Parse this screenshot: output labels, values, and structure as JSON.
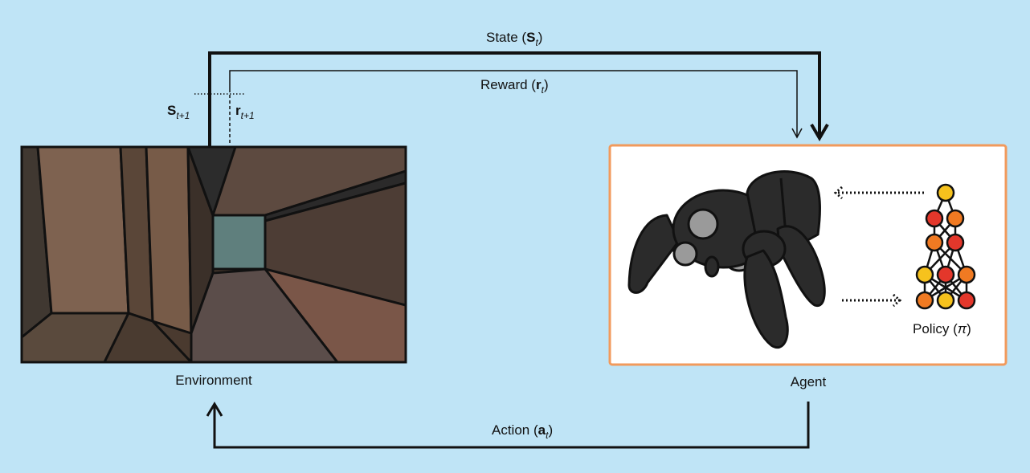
{
  "labels": {
    "state": {
      "text": "State (",
      "symbol": "S",
      "subscript": "t",
      "close": ")"
    },
    "reward": {
      "text": "Reward (",
      "symbol": "r",
      "subscript": "t",
      "close": ")"
    },
    "action": {
      "text": "Action (",
      "symbol": "a",
      "subscript": "t",
      "close": ")"
    },
    "next_state": {
      "symbol": "S",
      "subscript": "t+1"
    },
    "next_reward": {
      "symbol": "r",
      "subscript": "t+1"
    },
    "environment": "Environment",
    "agent": "Agent",
    "policy": {
      "text": "Policy (",
      "symbol": "π",
      "close": ")"
    }
  },
  "colors": {
    "background": "#bfe4f6",
    "agent_box_border": "#f29a5c",
    "robot": "#2b2b2b",
    "node_yellow": "#f6c21d",
    "node_orange": "#f07a22",
    "node_red": "#e3372b"
  }
}
